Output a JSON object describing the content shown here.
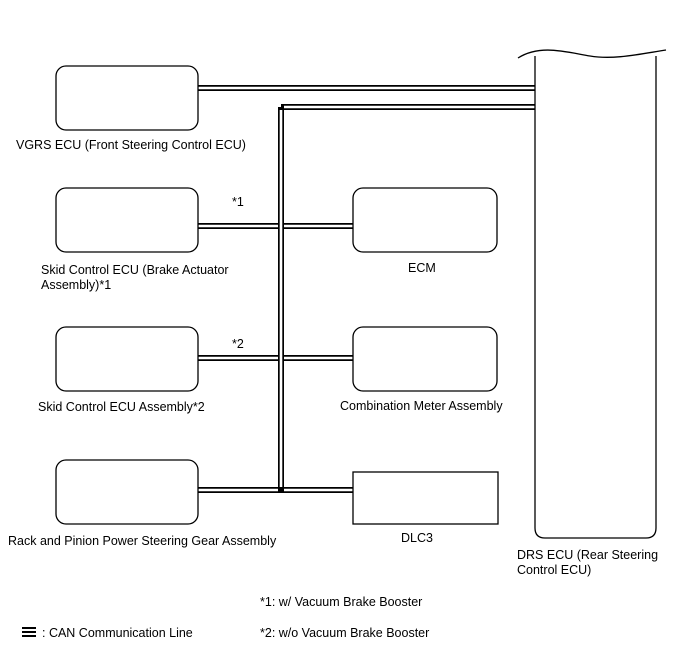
{
  "components": {
    "vgrs_ecu": "VGRS ECU (Front Steering Control ECU)",
    "skid_ecu_actuator_line1": "Skid Control ECU (Brake Actuator",
    "skid_ecu_actuator_line2": "Assembly)*1",
    "skid_ecu_assembly": "Skid Control ECU Assembly*2",
    "rack_pinion": "Rack and Pinion Power Steering Gear Assembly",
    "ecm": "ECM",
    "combination_meter": "Combination Meter Assembly",
    "dlc3": "DLC3",
    "drs_ecu_line1": "DRS ECU (Rear Steering",
    "drs_ecu_line2": "Control ECU)"
  },
  "markers": {
    "m1": "*1",
    "m2": "*2"
  },
  "notes": {
    "note1": "*1: w/ Vacuum Brake Booster",
    "note2": "*2: w/o Vacuum Brake Booster"
  },
  "legend": {
    "can_line": ": CAN Communication Line"
  },
  "colors": {
    "line": "#000000",
    "background": "#ffffff"
  }
}
